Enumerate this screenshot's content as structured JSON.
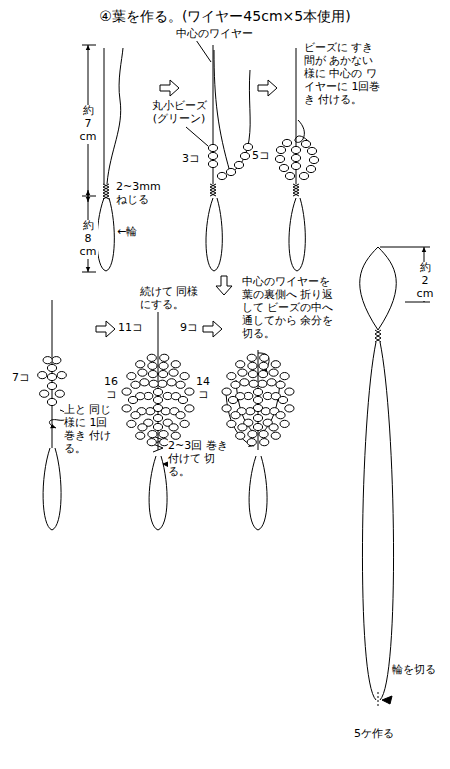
{
  "diagram": {
    "title": "④葉を作る。(ワイヤー45cm×5本使用)",
    "labels": [
      "中心のワイヤー",
      "約 7 cm",
      "約 8 cm",
      "2~3mm ねじる",
      "←輪",
      "丸小ビーズ (グリーン)",
      "3コ",
      "5コ",
      "ビーズに すき間が あかない様に 中心の ワイヤーに 1回巻き 付ける。",
      "7コ",
      "上と 同じ様に 1回巻き 付ける。",
      "続けて 同様にする。",
      "11コ",
      "9コ",
      "16 コ",
      "14 コ",
      "2~3回 巻き付けて 切る。",
      "中心のワイヤーを 葉の裏側へ 折り返して ビーズの中へ 通してから 余分を切る。",
      "約 2 cm",
      "輪を切る",
      "5ケ作る"
    ]
  }
}
